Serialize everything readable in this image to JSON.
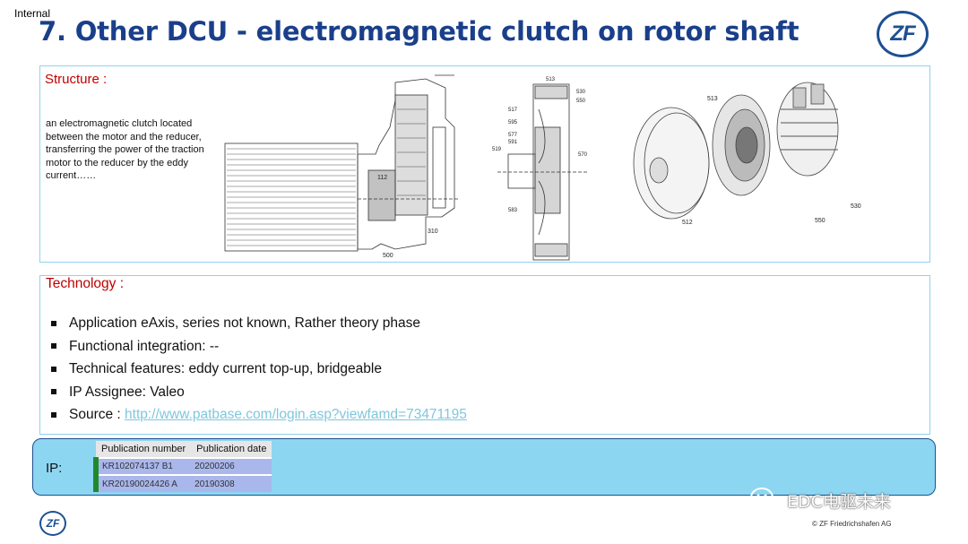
{
  "header": {
    "classification": "Internal",
    "title": "7. Other DCU - electromagnetic clutch on rotor shaft",
    "logo_text": "ZF"
  },
  "structure": {
    "label": "Structure :",
    "description": "an electromagnetic clutch located between the motor and the reducer, transferring the power of the traction motor to the reducer by the eddy current……",
    "figure1_labels": [
      "112",
      "310",
      "500"
    ],
    "figure2_labels": [
      "513",
      "530",
      "550",
      "517",
      "595",
      "577",
      "591",
      "519",
      "570",
      "583"
    ],
    "figure3_labels": [
      "513",
      "512",
      "550",
      "530"
    ]
  },
  "technology": {
    "label": "Technology :",
    "items": [
      "Application eAxis, series not known, Rather theory phase",
      "Functional integration: --",
      "Technical features: eddy current top-up, bridgeable",
      "IP Assignee: Valeo"
    ],
    "source_label": "Source : ",
    "source_link": "http://www.patbase.com/login.asp?viewfamd=73471195"
  },
  "ip": {
    "label": "IP:",
    "columns": [
      "Publication number",
      "Publication date"
    ],
    "rows": [
      {
        "number": "KR102074137 B1",
        "date": "20200206"
      },
      {
        "number": "KR20190024426 A",
        "date": "20190308"
      }
    ]
  },
  "footer": {
    "logo_text": "ZF",
    "watermark": "EDC电驱未来",
    "copyright": "© ZF Friedrichshafen AG"
  },
  "colors": {
    "title": "#1a3f8a",
    "label_red": "#c00000",
    "box_border": "#8fd3ef",
    "ip_background": "#8dd6f2",
    "link": "#7fc7dd"
  }
}
